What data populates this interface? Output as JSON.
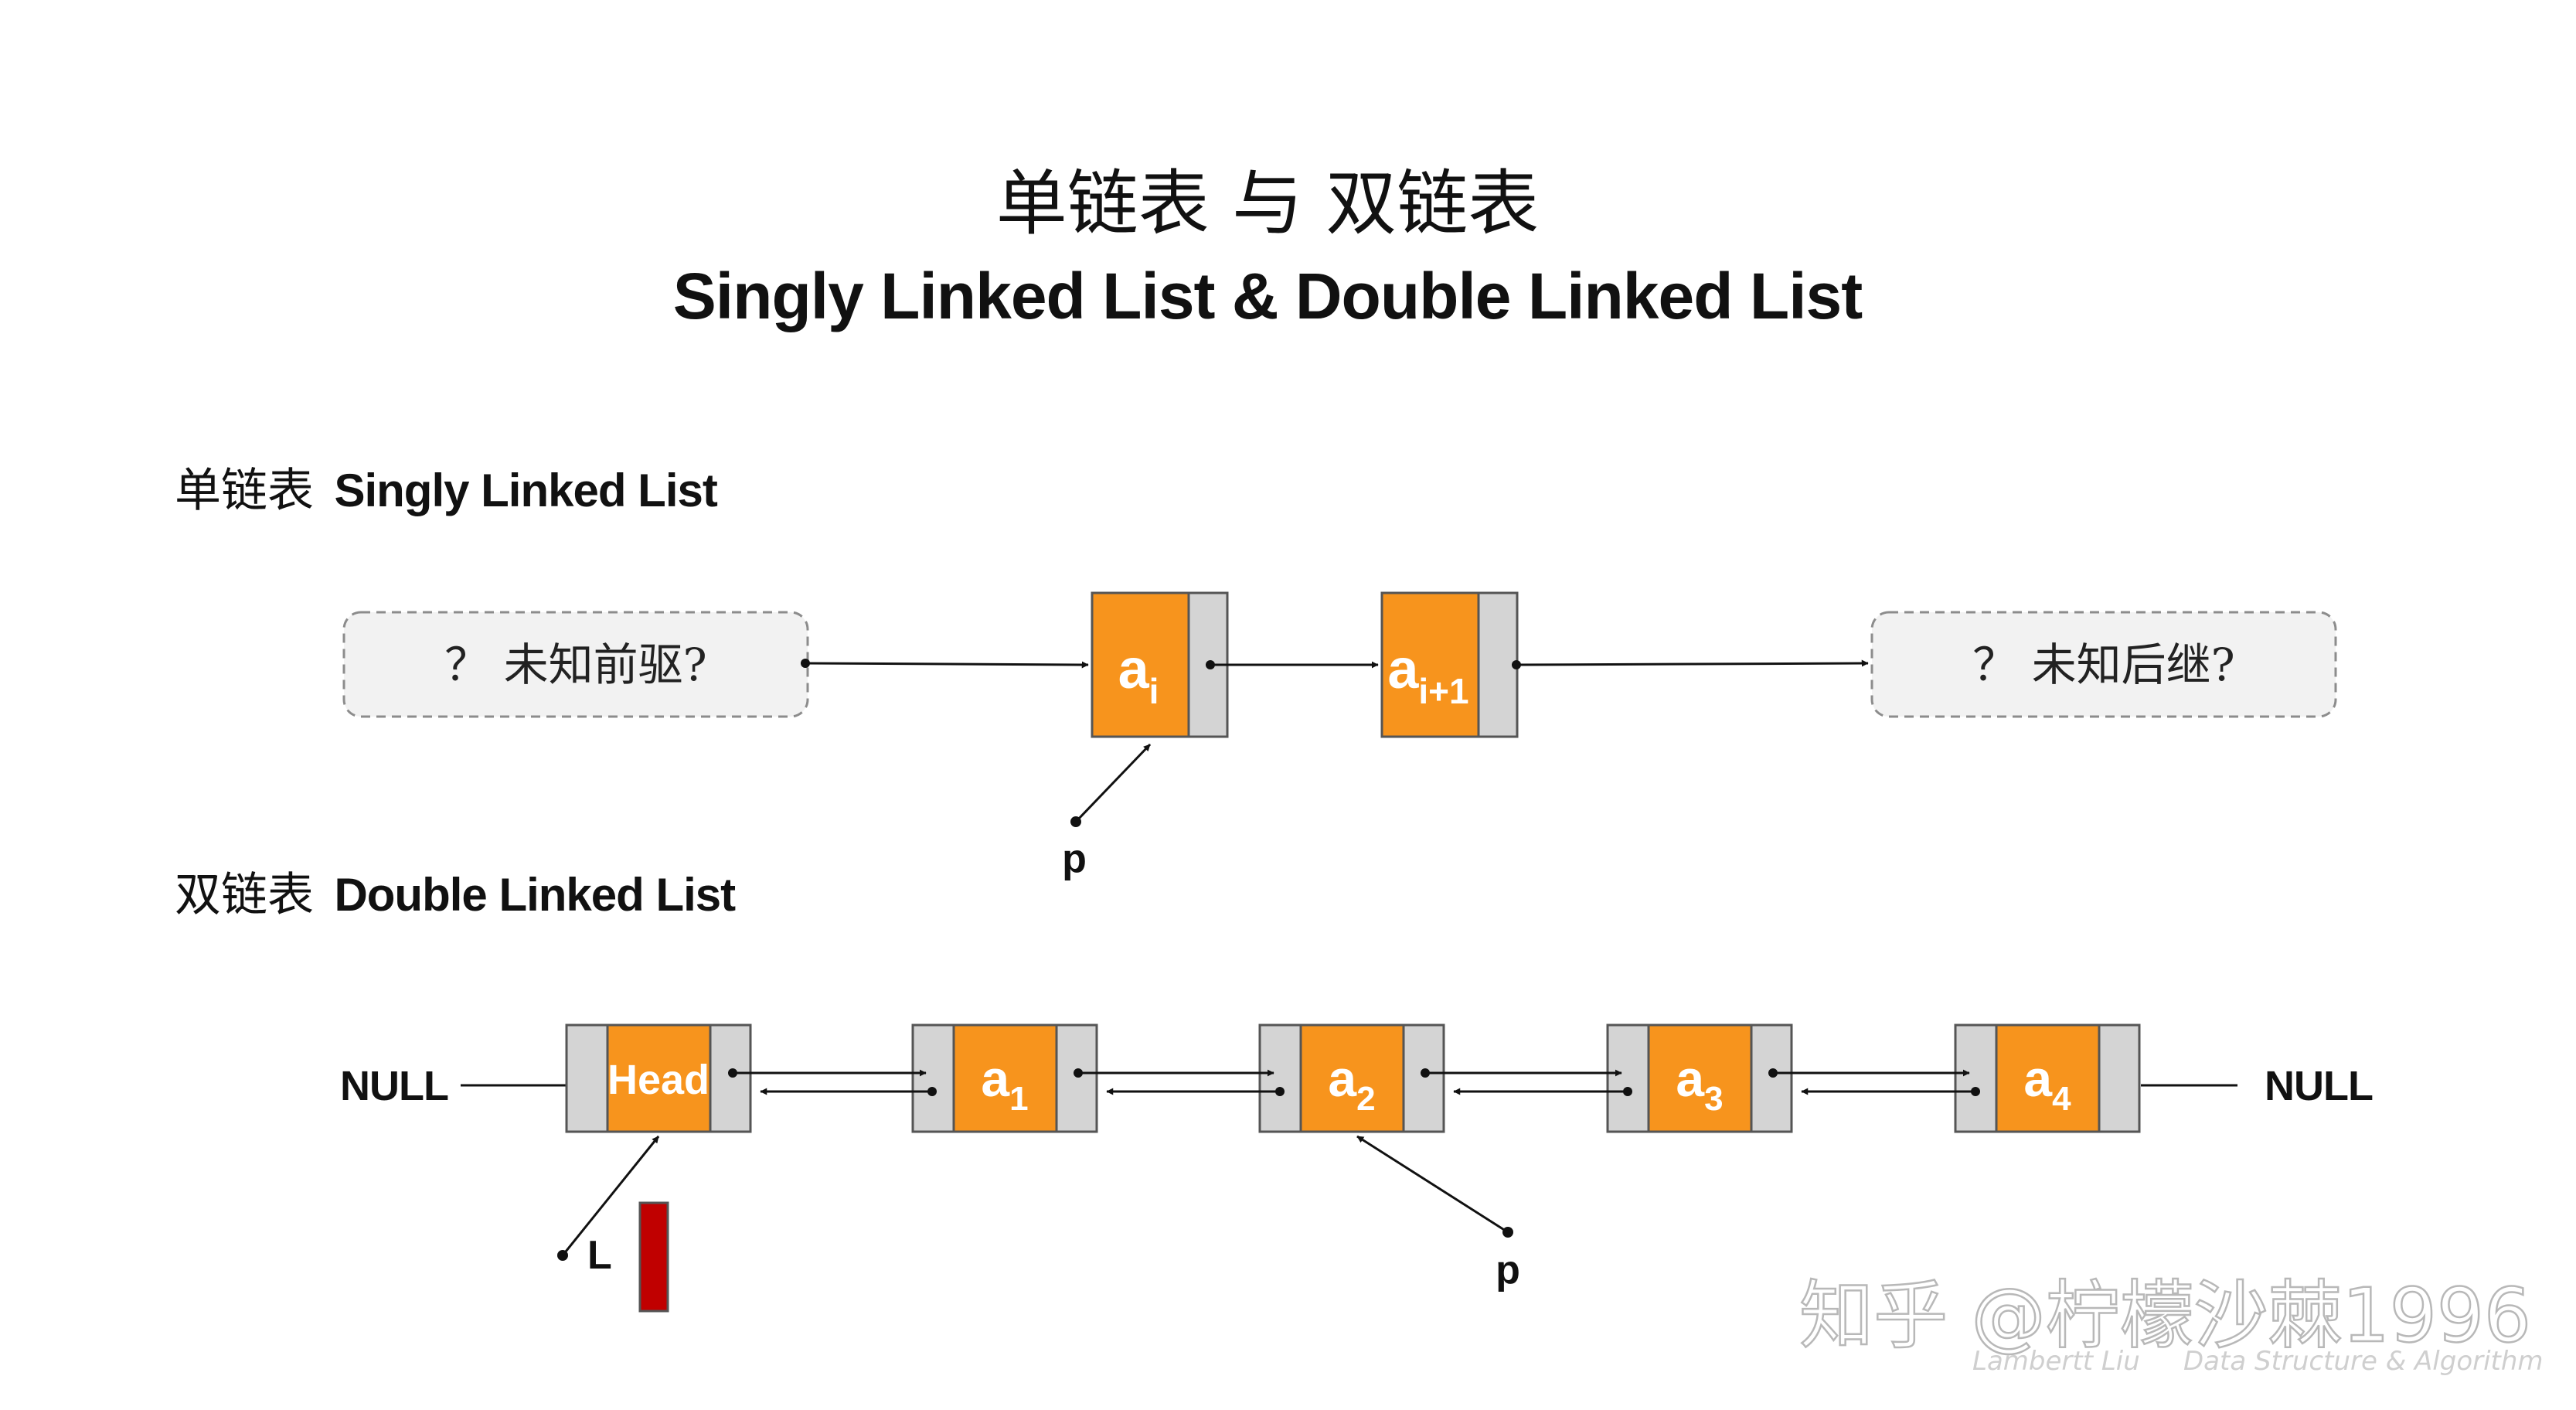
{
  "title": {
    "cn": "单链表 与 双链表",
    "en": "Singly Linked List & Double Linked List"
  },
  "singly": {
    "heading_cn": "单链表",
    "heading_en": "Singly Linked List",
    "unknown_pred": "？ 未知前驱?",
    "unknown_succ": "？ 未知后继?",
    "nodes": [
      {
        "base": "a",
        "sub": "i"
      },
      {
        "base": "a",
        "sub": "i+1"
      }
    ],
    "pointer_label": "p"
  },
  "doubly": {
    "heading_cn": "双链表",
    "heading_en": "Double Linked List",
    "null_left": "NULL",
    "null_right": "NULL",
    "head_label": "Head",
    "nodes": [
      {
        "base": "a",
        "sub": "1"
      },
      {
        "base": "a",
        "sub": "2"
      },
      {
        "base": "a",
        "sub": "3"
      },
      {
        "base": "a",
        "sub": "4"
      }
    ],
    "head_pointer_label": "L",
    "pointer_label": "p"
  },
  "watermark": {
    "main": "知乎 @柠檬沙棘1996",
    "author": "Lambertt Liu",
    "subtitle": "Data Structure & Algorithm"
  },
  "colors": {
    "node_fill": "#f7941d",
    "node_side": "#d4d4d4",
    "marker": "#c00000",
    "dashed_box": "#f2f2f2"
  }
}
